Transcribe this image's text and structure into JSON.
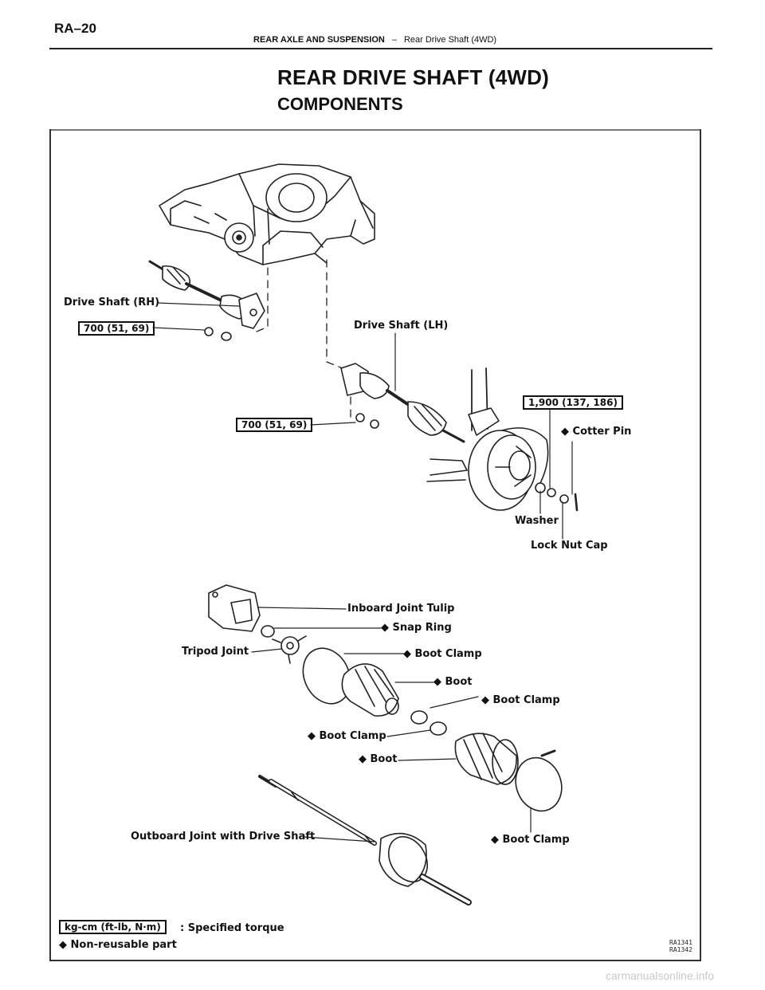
{
  "header": {
    "page_number": "RA–20",
    "section": "REAR AXLE AND SUSPENSION",
    "separator": "–",
    "subsection": "Rear Drive Shaft (4WD)"
  },
  "title": "REAR DRIVE SHAFT (4WD)",
  "subtitle": "COMPONENTS",
  "labels": {
    "drive_shaft_rh": "Drive Shaft (RH)",
    "torque_700_a": "700 (51, 69)",
    "drive_shaft_lh": "Drive Shaft (LH)",
    "torque_1900": "1,900 (137, 186)",
    "cotter_pin": "◆ Cotter Pin",
    "torque_700_b": "700 (51, 69)",
    "washer": "Washer",
    "lock_nut_cap": "Lock Nut Cap",
    "inboard_joint_tulip": "Inboard Joint Tulip",
    "snap_ring": "◆ Snap Ring",
    "tripod_joint": "Tripod Joint",
    "boot_clamp_1": "◆ Boot Clamp",
    "boot_1": "◆ Boot",
    "boot_clamp_2": "◆ Boot Clamp",
    "boot_clamp_3": "◆ Boot Clamp",
    "boot_2": "◆ Boot",
    "outboard_joint": "Outboard Joint with Drive Shaft",
    "boot_clamp_4": "◆ Boot Clamp"
  },
  "legend": {
    "torque_unit": "kg-cm (ft-lb, N·m)",
    "torque_desc": ": Specified torque",
    "non_reusable": "◆ Non-reusable part"
  },
  "figure_codes": [
    "RA1341",
    "RA1342"
  ],
  "watermark": "carmanualsonline.info"
}
